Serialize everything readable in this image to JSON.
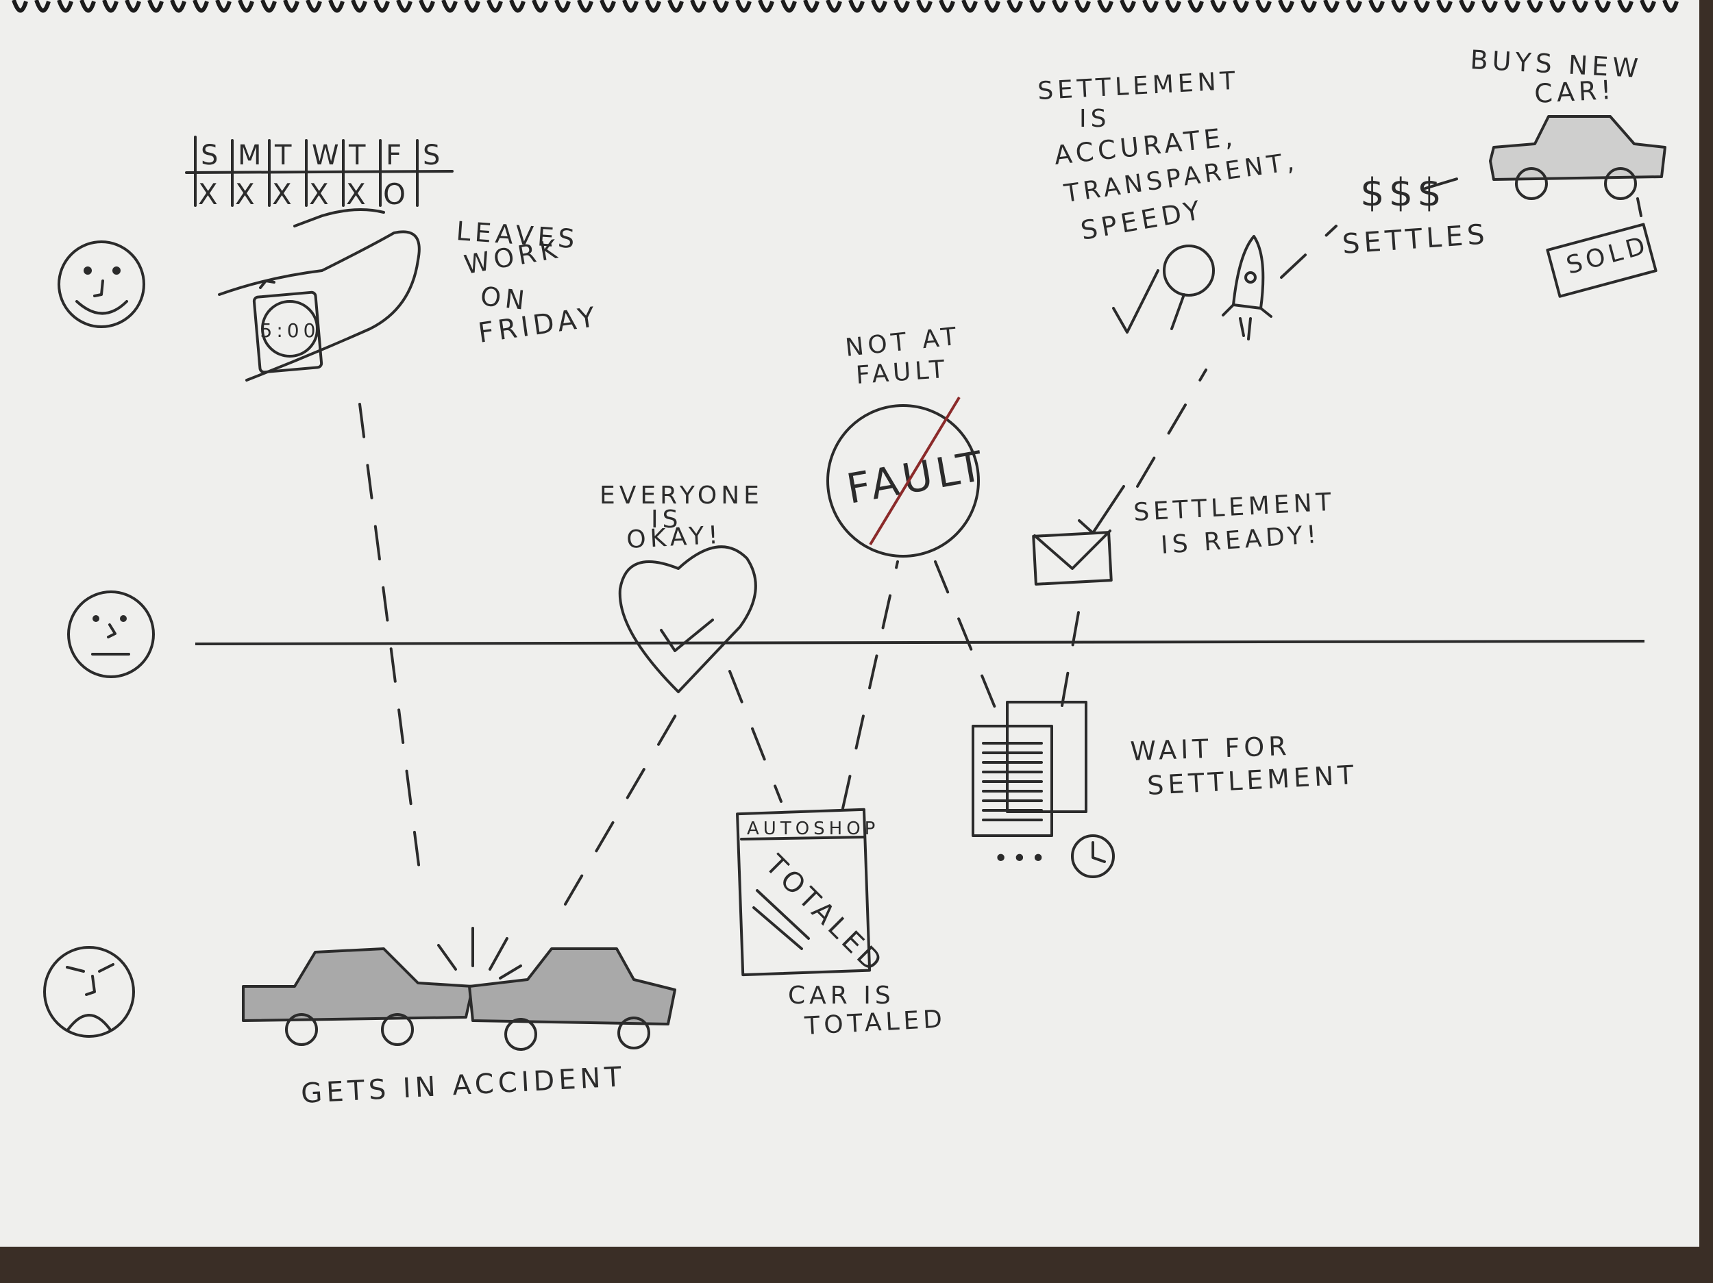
{
  "labels": {
    "leaves_work": [
      "LEAVES",
      "WORK",
      "ON",
      "FRIDAY"
    ],
    "gets_in_accident": "GETS IN ACCIDENT",
    "everyone_okay": [
      "EVERYONE",
      "IS",
      "OKAY!"
    ],
    "car_totaled": [
      "CAR IS",
      "TOTALED"
    ],
    "not_at_fault": [
      "NOT AT",
      "FAULT"
    ],
    "wait_for_settlement": [
      "WAIT FOR",
      "SETTLEMENT"
    ],
    "settlement_ready": [
      "SETTLEMENT",
      "IS READY!"
    ],
    "settlement_qualities": [
      "SETTLEMENT",
      "IS",
      "ACCURATE,",
      "TRANSPARENT,",
      "SPEEDY"
    ],
    "settles": [
      "$$$",
      "SETTLES"
    ],
    "buys_new_car": [
      "BUYS NEW",
      "CAR!"
    ]
  },
  "calendar": {
    "days": [
      "S",
      "M",
      "T",
      "W",
      "T",
      "F",
      "S"
    ],
    "marks": [
      "X",
      "X",
      "X",
      "X",
      "X",
      "O"
    ]
  },
  "watch_time": "5:00",
  "fault_word": "FAULT",
  "autoshop": {
    "header": "AUTOSHOP",
    "stamp": "TOTALED"
  },
  "sold_tag": "SOLD",
  "ellipsis": "•••",
  "faces": [
    "happy-face-icon",
    "neutral-face-icon",
    "sad-face-icon"
  ],
  "colors": {
    "paper": "#efefed",
    "ink": "#2b2b2b",
    "slash": "#8b2a2a"
  }
}
